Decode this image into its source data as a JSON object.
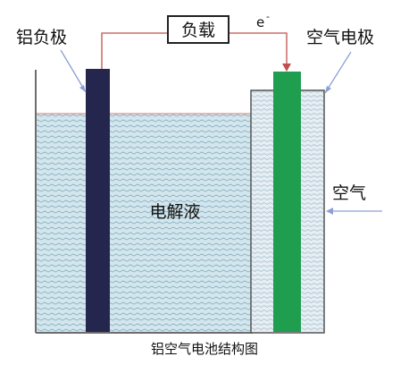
{
  "diagram": {
    "load_label": "负载",
    "electron_label": "e",
    "electron_sup": "-",
    "anode_label": "铝负极",
    "cathode_label": "空气电极",
    "electrolyte_label": "电解液",
    "air_label": "空气",
    "caption": "铝空气电池结构图"
  },
  "colors": {
    "wire": "#c0504d",
    "anode": "#25264d",
    "cathode_core": "#1f9e4f",
    "electrolyte": "#d3e6ed",
    "electrolyte_border": "#e3a7a0",
    "container_wall": "#6d6d6d",
    "cathode_housing": "#dde8ef",
    "arrow": "#8aa0d4"
  }
}
